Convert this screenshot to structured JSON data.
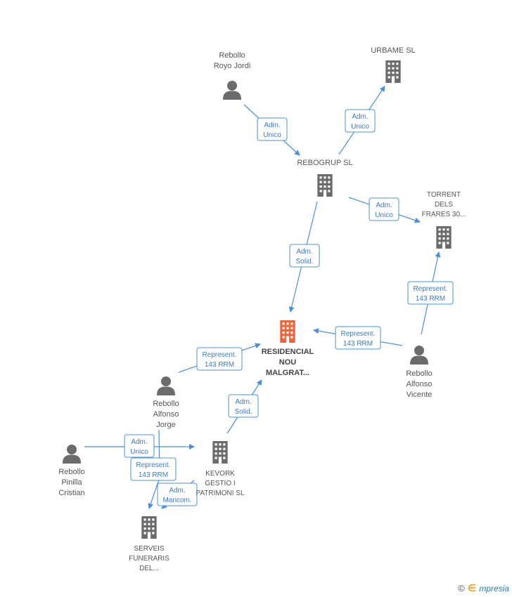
{
  "colors": {
    "edge": "#4a8fd9",
    "edge_text": "#3c7ac4",
    "icon": "#6b6b6b",
    "focus_icon": "#f0623a"
  },
  "nodes": [
    {
      "id": "rebollo_royo",
      "kind": "person-icon",
      "label": [
        "Rebollo",
        "Royo Jordi"
      ]
    },
    {
      "id": "urbame",
      "kind": "building-icon",
      "label": [
        "URBAME SL"
      ]
    },
    {
      "id": "rebogrup",
      "kind": "building-icon",
      "label": [
        "REBOGRUP SL"
      ]
    },
    {
      "id": "torrent",
      "kind": "building-icon",
      "label": [
        "TORRENT",
        "DELS",
        "FRARES 30..."
      ]
    },
    {
      "id": "residencial",
      "kind": "building-icon",
      "focus": true,
      "label": [
        "RESIDENCIAL",
        "NOU",
        "MALGRAT..."
      ]
    },
    {
      "id": "rebollo_vicente",
      "kind": "person-icon",
      "label": [
        "Rebollo",
        "Alfonso",
        "Vicente"
      ]
    },
    {
      "id": "rebollo_jorge",
      "kind": "person-icon",
      "label": [
        "Rebollo",
        "Alfonso",
        "Jorge"
      ]
    },
    {
      "id": "rebollo_cristian",
      "kind": "person-icon",
      "label": [
        "Rebollo",
        "Pinilla",
        "Cristian"
      ]
    },
    {
      "id": "kevork",
      "kind": "building-icon",
      "label": [
        "KEVORK",
        "GESTIO I",
        "PATRIMONI SL"
      ]
    },
    {
      "id": "serveis",
      "kind": "building-icon",
      "label": [
        "SERVEIS",
        "FUNERARIS",
        "DEL..."
      ]
    }
  ],
  "edges": [
    {
      "id": "e1",
      "from": "rebollo_royo",
      "to": "rebogrup",
      "label": [
        "Adm.",
        "Unico"
      ]
    },
    {
      "id": "e2",
      "from": "rebogrup",
      "to": "urbame",
      "label": [
        "Adm.",
        "Unico"
      ]
    },
    {
      "id": "e3",
      "from": "rebogrup",
      "to": "torrent",
      "label": [
        "Adm.",
        "Unico"
      ]
    },
    {
      "id": "e4",
      "from": "rebogrup",
      "to": "residencial",
      "label": [
        "Adm.",
        "Solid."
      ]
    },
    {
      "id": "e5",
      "from": "rebollo_vicente",
      "to": "torrent",
      "label": [
        "Represent.",
        "143 RRM"
      ]
    },
    {
      "id": "e6",
      "from": "rebollo_vicente",
      "to": "residencial",
      "label": [
        "Represent.",
        "143 RRM"
      ]
    },
    {
      "id": "e7",
      "from": "rebollo_jorge",
      "to": "residencial",
      "label": [
        "Represent.",
        "143 RRM"
      ]
    },
    {
      "id": "e8",
      "from": "kevork",
      "to": "residencial",
      "label": [
        "Adm.",
        "Solid."
      ]
    },
    {
      "id": "e9",
      "from": "rebollo_cristian",
      "to": "kevork",
      "label": [
        "Adm.",
        "Unico"
      ]
    },
    {
      "id": "e10",
      "from": "rebollo_jorge",
      "to": "serveis",
      "label": [
        "Represent.",
        "143 RRM"
      ]
    },
    {
      "id": "e11",
      "from": "kevork",
      "to": "serveis",
      "label": [
        "Adm.",
        "Mancom."
      ]
    }
  ],
  "footer": {
    "copyright": "©",
    "brand_initial": "∈",
    "brand_rest": "mpresia"
  }
}
